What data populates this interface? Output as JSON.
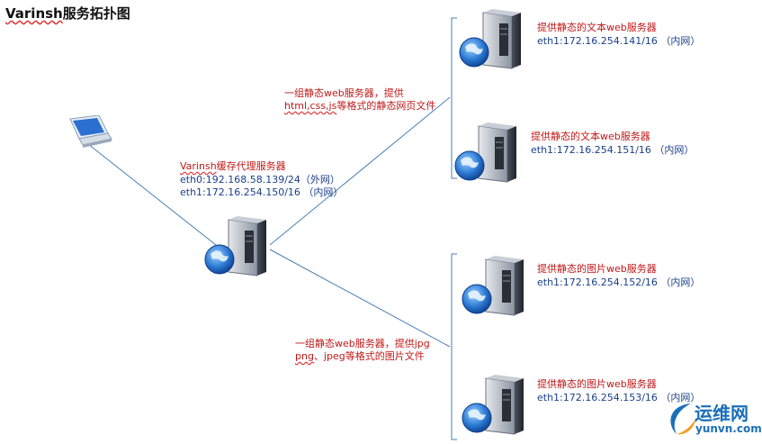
{
  "title": {
    "part1": "Varinsh",
    "part2": "服务拓扑图"
  },
  "proxy": {
    "name_part1": "Varinsh",
    "name_part2": "缓存代理服务器",
    "ip_ext": "eth0:192.168.58.139/24（外网）",
    "ip_int": "eth1:172.16.254.150/16 （内网）"
  },
  "group_text": {
    "line1": "一组静态web服务器，提供",
    "line2_part1": "html,css,js",
    "line2_part2": "等格式的静态网页文件"
  },
  "group_img": {
    "line1": "一组静态web服务器，提供jpg",
    "line2_part1": "png",
    "line2_part2": "、jpeg等格式的图片文件"
  },
  "servers": [
    {
      "title": "提供静态的文本web服务器",
      "ip": "eth1:172.16.254.141/16 （内网）"
    },
    {
      "title": "提供静态的文本web服务器",
      "ip": "eth1:172.16.254.151/16 （内网）"
    },
    {
      "title": "提供静态的图片web服务器",
      "ip": "eth1:172.16.254.152/16 （内网）"
    },
    {
      "title": "提供静态的图片web服务器",
      "ip": "eth1:172.16.254.153/16 （内网）"
    }
  ],
  "brand": {
    "name": "运维网",
    "url": "yunvn.com"
  },
  "colors": {
    "line": "#4a7fb5",
    "label_red": "#c01818",
    "label_blue": "#1a3f8a",
    "brand": "#1b6fb8"
  },
  "icons": {
    "server": "server-globe-icon",
    "client": "laptop-icon",
    "brand": "swoosh-logo-icon"
  }
}
